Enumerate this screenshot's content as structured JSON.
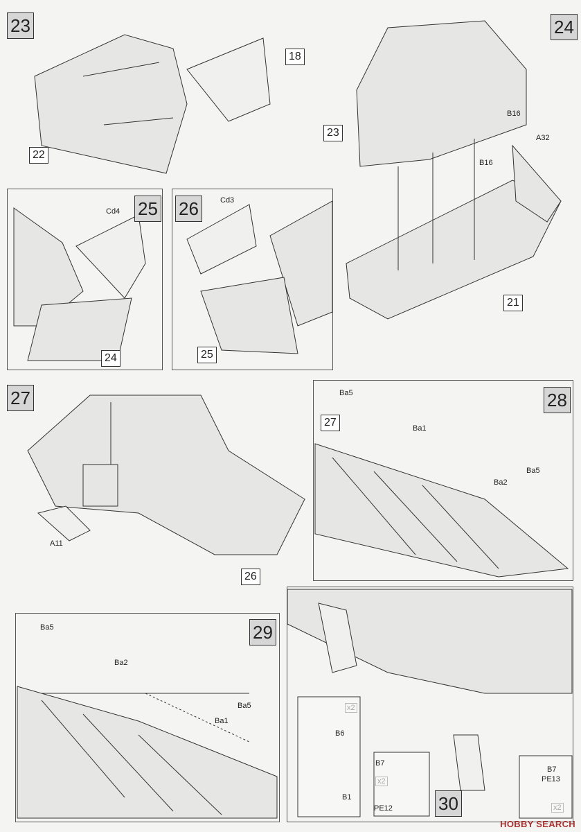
{
  "steps": {
    "s23": "23",
    "s24": "24",
    "s25": "25",
    "s26": "26",
    "s27": "27",
    "s28": "28",
    "s29": "29",
    "s30": "30"
  },
  "parts": {
    "p18": "18",
    "p22": "22",
    "p23": "23",
    "p21": "21",
    "b16a": "B16",
    "b16b": "B16",
    "a32": "A32",
    "cd4": "Cd4",
    "cd3": "Cd3",
    "p24": "24",
    "p25": "25",
    "a11": "A11",
    "p26": "26",
    "p27": "27",
    "ba5a": "Ba5",
    "ba1a": "Ba1",
    "ba2a": "Ba2",
    "ba5b": "Ba5",
    "ba5c": "Ba5",
    "ba2b": "Ba2",
    "ba1b": "Ba1",
    "ba5d": "Ba5",
    "b6": "B6",
    "b1": "B1",
    "b7a": "B7",
    "pe12": "PE12",
    "b7b": "B7",
    "pe13": "PE13",
    "x2a": "x2",
    "x2b": "x2",
    "x2c": "x2"
  },
  "watermark": "HOBBY SEARCH",
  "colors": {
    "line": "#333333",
    "fill": "#e6e6e4",
    "accent": "#a33333"
  }
}
